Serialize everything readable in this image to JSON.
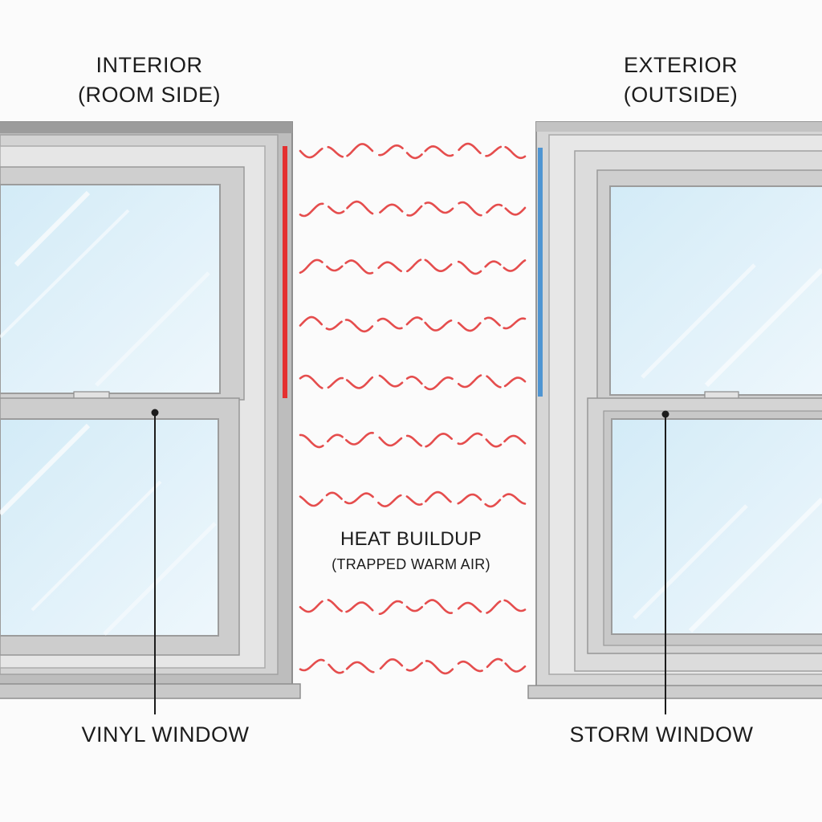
{
  "interior_heading": {
    "line1": "INTERIOR",
    "line2": "(ROOM SIDE)"
  },
  "exterior_heading": {
    "line1": "EXTERIOR",
    "line2": "(OUTSIDE)"
  },
  "heat_label": {
    "title": "HEAT BUILDUP",
    "subtitle": "(TRAPPED WARM AIR)"
  },
  "callouts": {
    "vinyl": "VINYL WINDOW",
    "storm": "STORM WINDOW"
  },
  "colors": {
    "frame": "#b5b5b5",
    "frame_dark": "#8d8d8d",
    "frame_light": "#e4e4e4",
    "glass": "#dbeef8",
    "heat_waves": "#e23a3a",
    "warm_edge": "#e43030",
    "cool_edge": "#4f95d2",
    "text": "#1c1c1c"
  }
}
